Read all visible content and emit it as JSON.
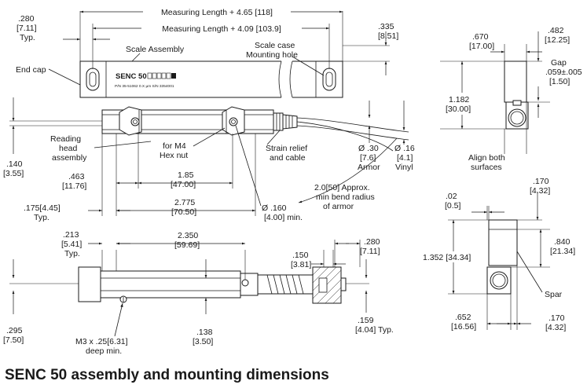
{
  "caption": "SENC 50 assembly and mounting dimensions",
  "label": "SENC 50",
  "part_number_text": "P/N 35-51062 0.X µm S/N 3354001",
  "dim_top_outer": "Measuring Length + 4.65 [118]",
  "dim_top_inner": "Measuring Length + 4.09 [103.9]",
  "dim_280_a": ".280",
  "dim_280_b": "[7.11]",
  "dim_280_c": "Typ.",
  "dim_335_a": ".335",
  "dim_335_b": "[8.51]",
  "scale_assembly": "Scale Assembly",
  "scale_case_1": "Scale case",
  "scale_case_2": "Mounting hole",
  "end_cap": "End cap",
  "reading_head_1": "Reading",
  "reading_head_2": "head",
  "reading_head_3": "assembly",
  "m4_1": "for M4",
  "m4_2": "Hex nut",
  "strain_1": "Strain relief",
  "strain_2": "and cable",
  "armor_d1": "Ø .30",
  "armor_d2": "[7.6]",
  "armor_d3": "Armor",
  "vinyl_d1": "Ø .16",
  "vinyl_d2": "[4.1]",
  "vinyl_d3": "Vinyl",
  "dim_140_a": ".140",
  "dim_140_b": "[3.55]",
  "dim_463_a": ".463",
  "dim_463_b": "[11.76]",
  "dim_185_a": "1.85",
  "dim_185_b": "[47.00]",
  "dim_175_a": ".175[4.45]",
  "dim_175_b": "Typ.",
  "dim_2775_a": "2.775",
  "dim_2775_b": "[70.50]",
  "hole_d1": "Ø .160",
  "hole_d2": "[4.00] min.",
  "bend_1": "2.0[50] Approx.",
  "bend_2": "min bend radius",
  "bend_3": "of armor",
  "dim_213_a": ".213",
  "dim_213_b": "[5.41]",
  "dim_213_c": "Typ.",
  "dim_2350_a": "2.350",
  "dim_2350_b": "[59.69]",
  "dim_280s_a": ".280",
  "dim_280s_b": "[7.11]",
  "dim_150_a": ".150",
  "dim_150_b": "[3.81]",
  "dim_295_a": ".295",
  "dim_295_b": "[7.50]",
  "m3_1": "M3 x .25[6.31]",
  "m3_2": "deep min.",
  "dim_138_a": ".138",
  "dim_138_b": "[3.50]",
  "dim_159_a": ".159",
  "dim_159_b": "[4.04] Typ.",
  "dim_670_a": ".670",
  "dim_670_b": "[17.00]",
  "dim_482_a": ".482",
  "dim_482_b": "[12.25]",
  "gap_1": "Gap",
  "gap_2": ".059±.005",
  "gap_3": "[1.50]",
  "dim_1182_a": "1.182",
  "dim_1182_b": "[30.00]",
  "align_1": "Align both",
  "align_2": "surfaces",
  "dim_02_a": ".02",
  "dim_02_b": "[0.5]",
  "dim_170t_a": ".170",
  "dim_170t_b": "[4.32]",
  "dim_1352": "1.352 [34.34]",
  "dim_840_a": ".840",
  "dim_840_b": "[21.34]",
  "spar": "Spar",
  "dim_652_a": ".652",
  "dim_652_b": "[16.56]",
  "dim_170b_a": ".170",
  "dim_170b_b": "[4.32]"
}
